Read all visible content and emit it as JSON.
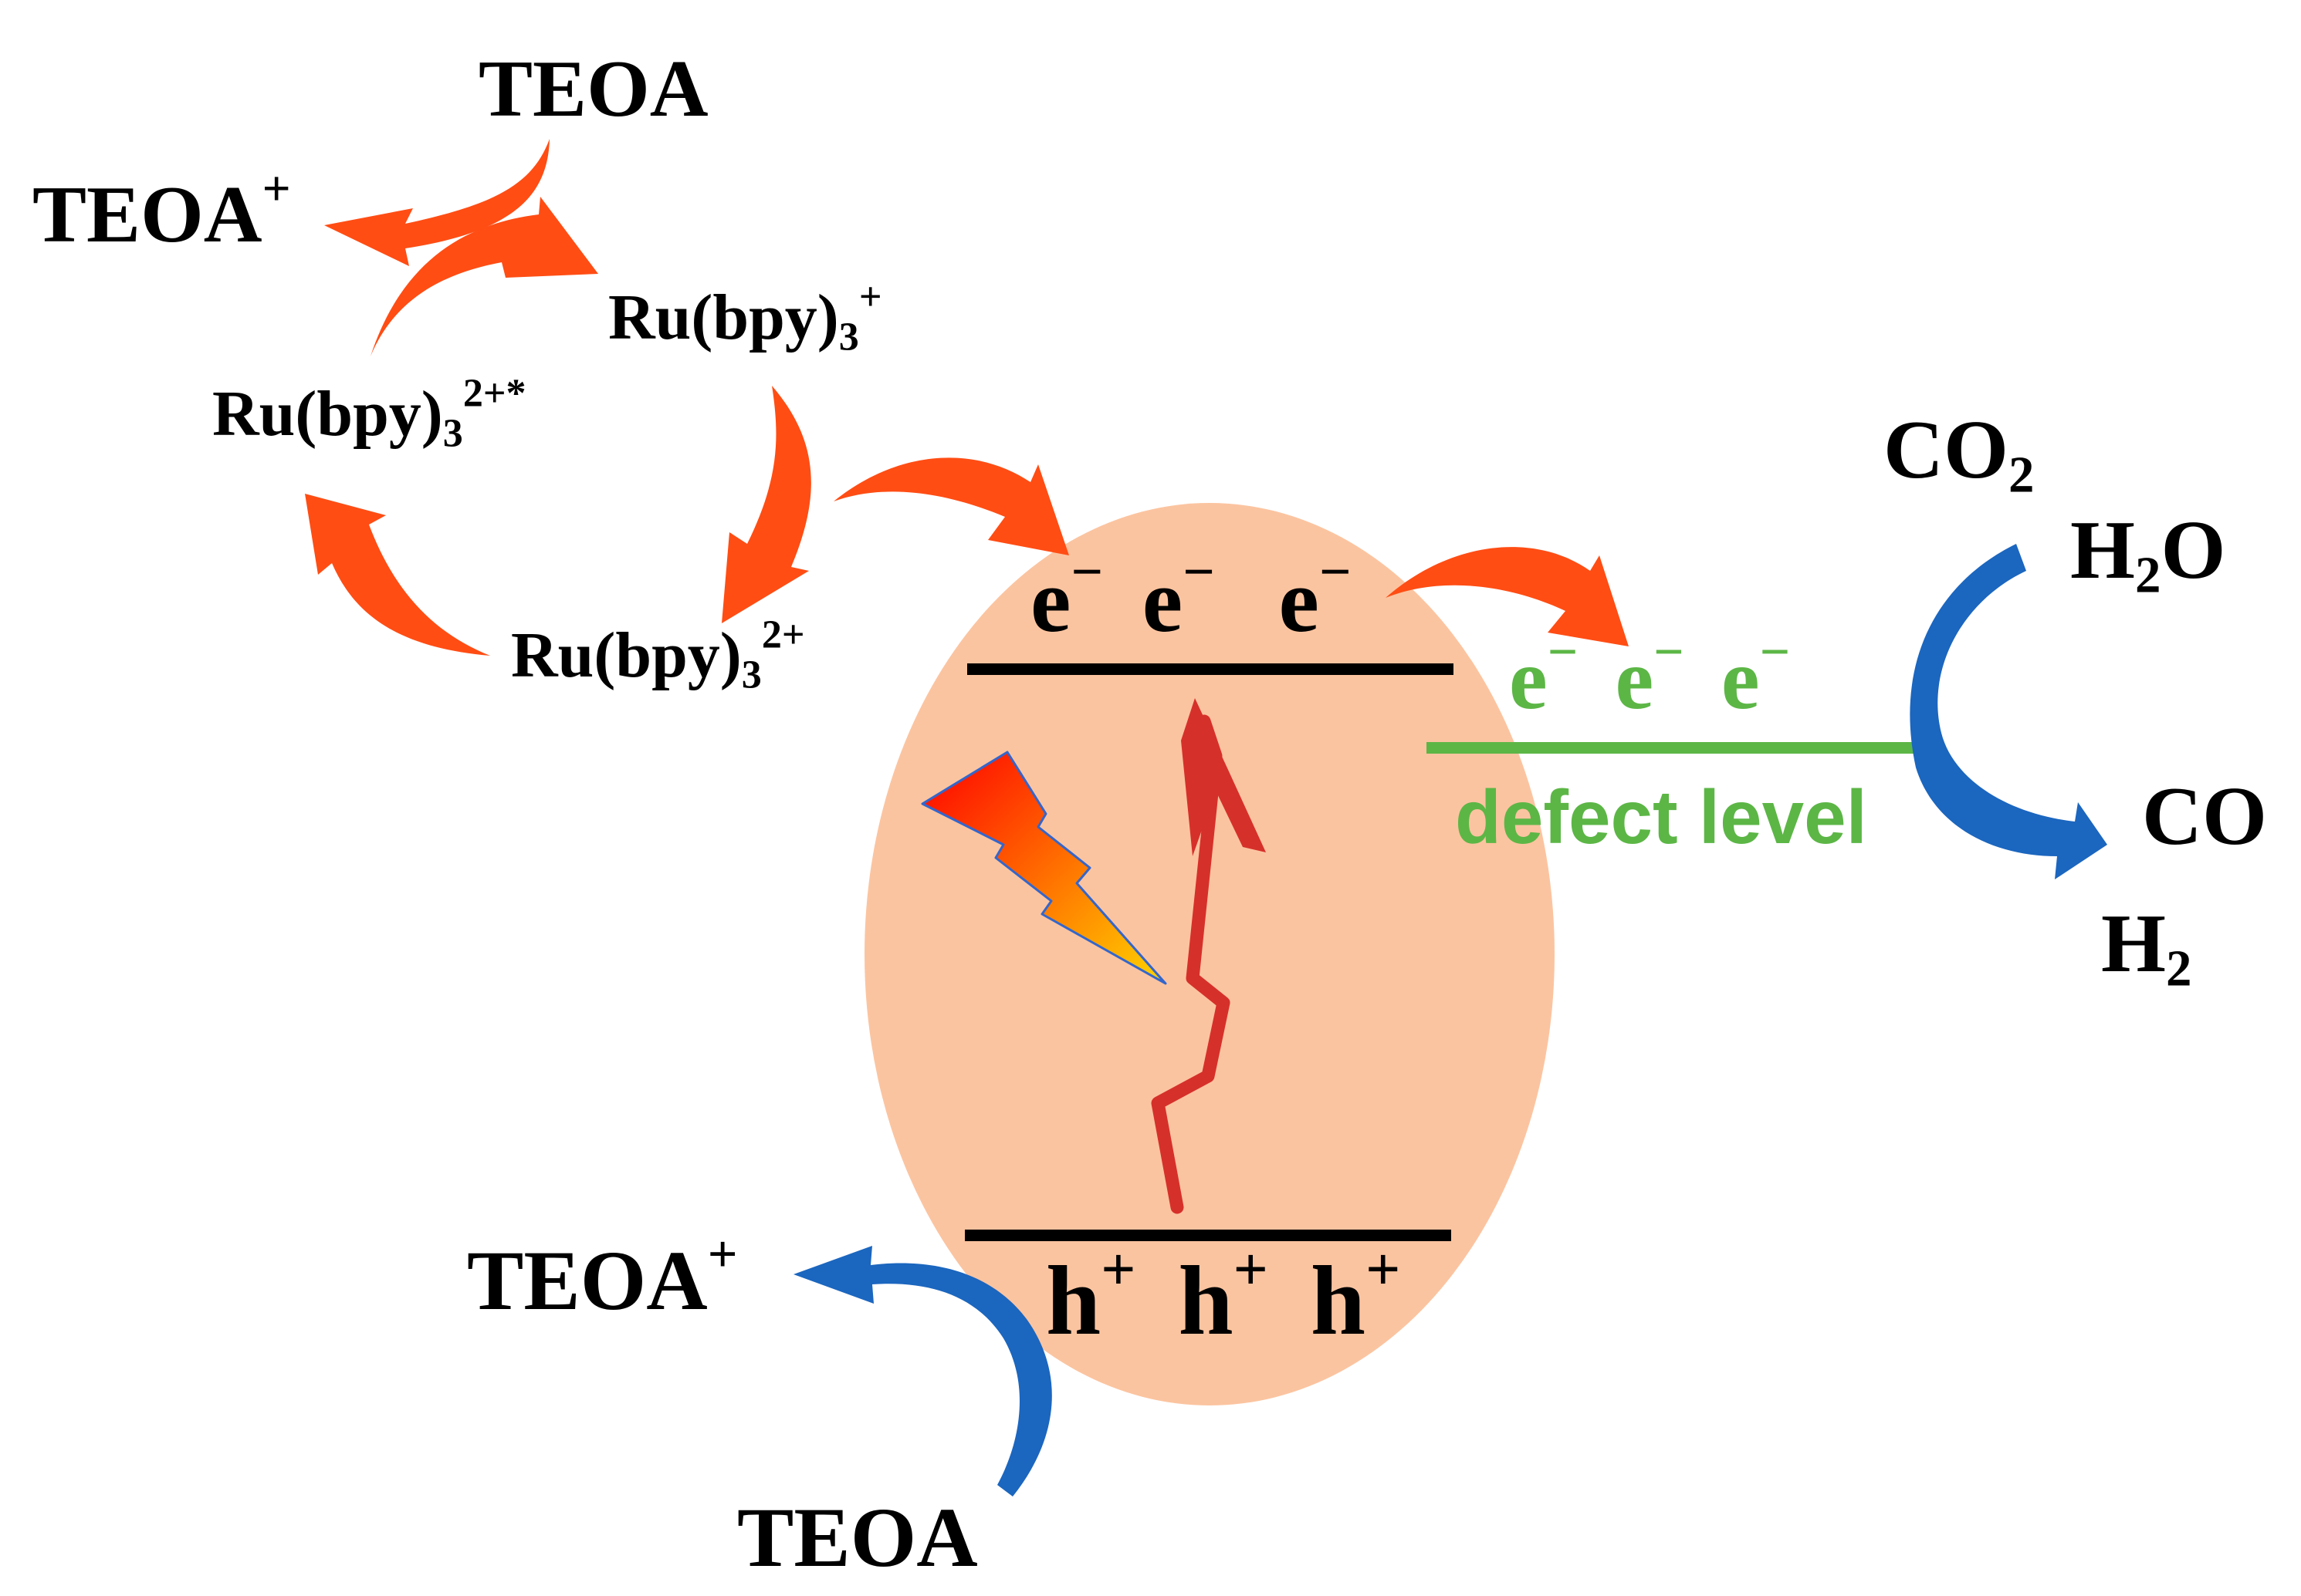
{
  "colors": {
    "particle_fill": "#fbc4a0",
    "band_line": "#000000",
    "defect_line": "#5cb646",
    "defect_text": "#5cb646",
    "sensitizer_arrow": "#ff4d14",
    "redox_arrow": "#1b66bf",
    "excitation_arrow": "#d6302a",
    "lightning_top": "#ff0000",
    "lightning_bottom": "#ffd400"
  },
  "icons": {
    "lightning": "lightning-bolt-icon",
    "excitation": "zigzag-arrow-icon"
  },
  "sensitizer": {
    "teoa": {
      "base": "TEOA"
    },
    "teoa_plus": {
      "base": "TEOA",
      "sup": "+"
    },
    "ru_reduced": {
      "base": "Ru(bpy)",
      "sub": "3",
      "sup": "+"
    },
    "ru_excited": {
      "base": "Ru(bpy)",
      "sub": "3",
      "sup": "2+*"
    },
    "ru_ground": {
      "base": "Ru(bpy)",
      "sub": "3",
      "sup": "2+"
    }
  },
  "particle": {
    "cb_electrons": [
      {
        "base": "e",
        "sup": "−"
      },
      {
        "base": "e",
        "sup": "−"
      },
      {
        "base": "e",
        "sup": "−"
      }
    ],
    "vb_holes": [
      {
        "base": "h",
        "sup": "+"
      },
      {
        "base": "h",
        "sup": "+"
      },
      {
        "base": "h",
        "sup": "+"
      }
    ]
  },
  "defect": {
    "electrons": [
      {
        "base": "e",
        "sup": "−"
      },
      {
        "base": "e",
        "sup": "−"
      },
      {
        "base": "e",
        "sup": "−"
      }
    ],
    "label": "defect level"
  },
  "reduction": {
    "co2": {
      "base": "CO",
      "sub": "2"
    },
    "h2o": {
      "base": "H",
      "sub": "2",
      "tail": "O"
    },
    "co": {
      "base": "CO"
    },
    "h2": {
      "base": "H",
      "sub": "2"
    }
  },
  "oxidation": {
    "teoa_plus": {
      "base": "TEOA",
      "sup": "+"
    },
    "teoa": {
      "base": "TEOA"
    }
  }
}
